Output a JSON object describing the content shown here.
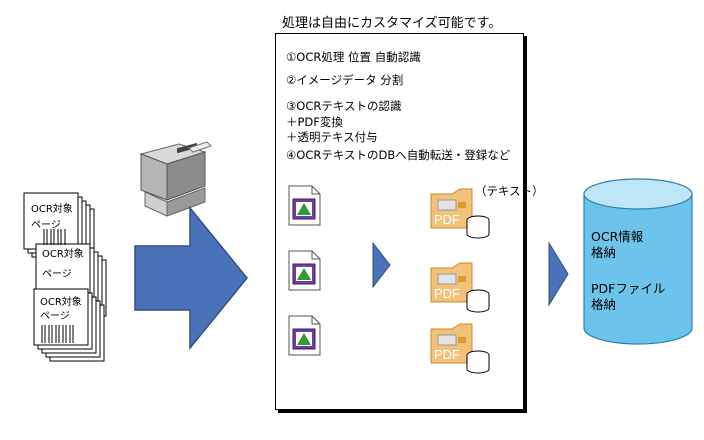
{
  "caption": "処理は自由にカスタマイズ可能です。",
  "steps": [
    "①OCR処理 位置 自動認識",
    "②イメージデータ 分割",
    "③OCRテキストの認識",
    "＋PDF変換",
    "＋透明テキス付与",
    "④OCRテキストのDBへ自動転送・登録など"
  ],
  "ocr_pages": [
    {
      "line1": "OCR対象",
      "line2": "ページ"
    },
    {
      "line1": "OCR対象",
      "line2": "ページ"
    },
    {
      "line1": "OCR対象",
      "line2": "ページ"
    }
  ],
  "text_label": "（テキスト）",
  "pdf_label": "PDF",
  "database": {
    "line1": "OCR情報",
    "line2": "格納",
    "line3": "PDFファイル",
    "line4": "格納"
  },
  "colors": {
    "arrow_blue": "#4a72b8",
    "arrow_stroke": "#2f4f86",
    "db_top": "#bfe6f8",
    "db_body": "#6cc3ec",
    "pdf_orange": "#f2c27a",
    "pdf_dark": "#e39a2d"
  }
}
